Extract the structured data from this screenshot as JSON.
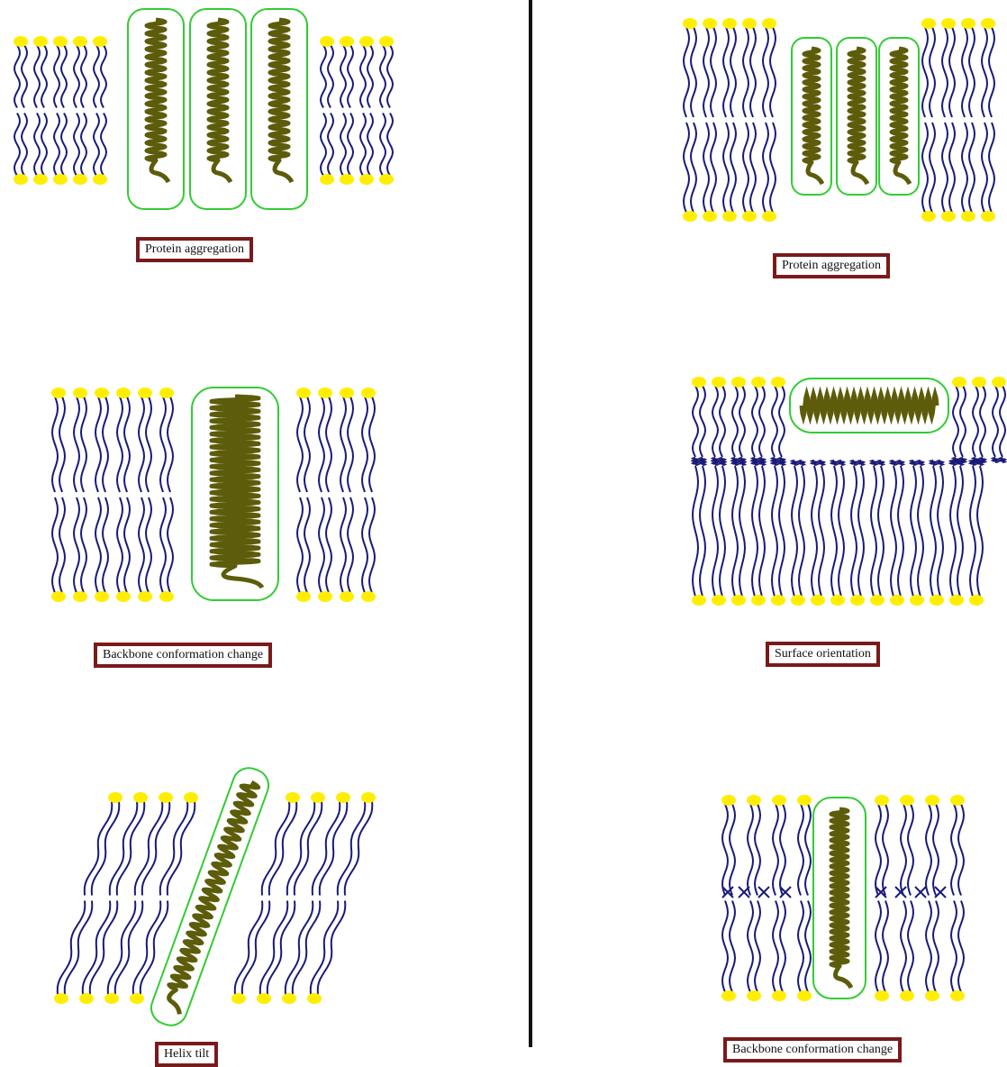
{
  "colors": {
    "lipid_tail": "#1a1a7a",
    "lipid_head": "#ffee00",
    "helix": "#5c5c0a",
    "cylinder": "#33cc33",
    "caption_border": "#7a1a1a",
    "divider": "#111111"
  },
  "panels": {
    "left_top": {
      "caption": "Protein aggregation"
    },
    "left_middle": {
      "caption": "Backbone conformation change"
    },
    "left_bottom": {
      "caption": "Helix tilt"
    },
    "right_top": {
      "caption": "Protein aggregation"
    },
    "right_middle": {
      "caption": "Surface orientation"
    },
    "right_bottom": {
      "caption": "Backbone conformation change"
    }
  }
}
